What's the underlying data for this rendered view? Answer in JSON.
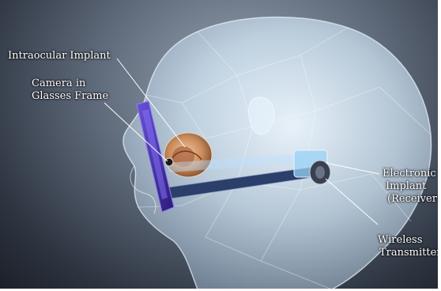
{
  "labels": {
    "intraocular_implant": "Intraocular Implant",
    "camera_line1": "Camera in",
    "camera_line2": "Glasses Frame",
    "electronic_line1": "Electronic",
    "electronic_line2": "Implant",
    "electronic_line3": "(Receiver)",
    "wireless_line1": "Wireless",
    "wireless_line2": "Transmitter"
  },
  "colors": {
    "head": "#cfe3f2",
    "frame_purple": "#4b34a8",
    "temple_arm": "#2b3f6a",
    "eye": "#c98a5a",
    "label": "#ffffff"
  }
}
